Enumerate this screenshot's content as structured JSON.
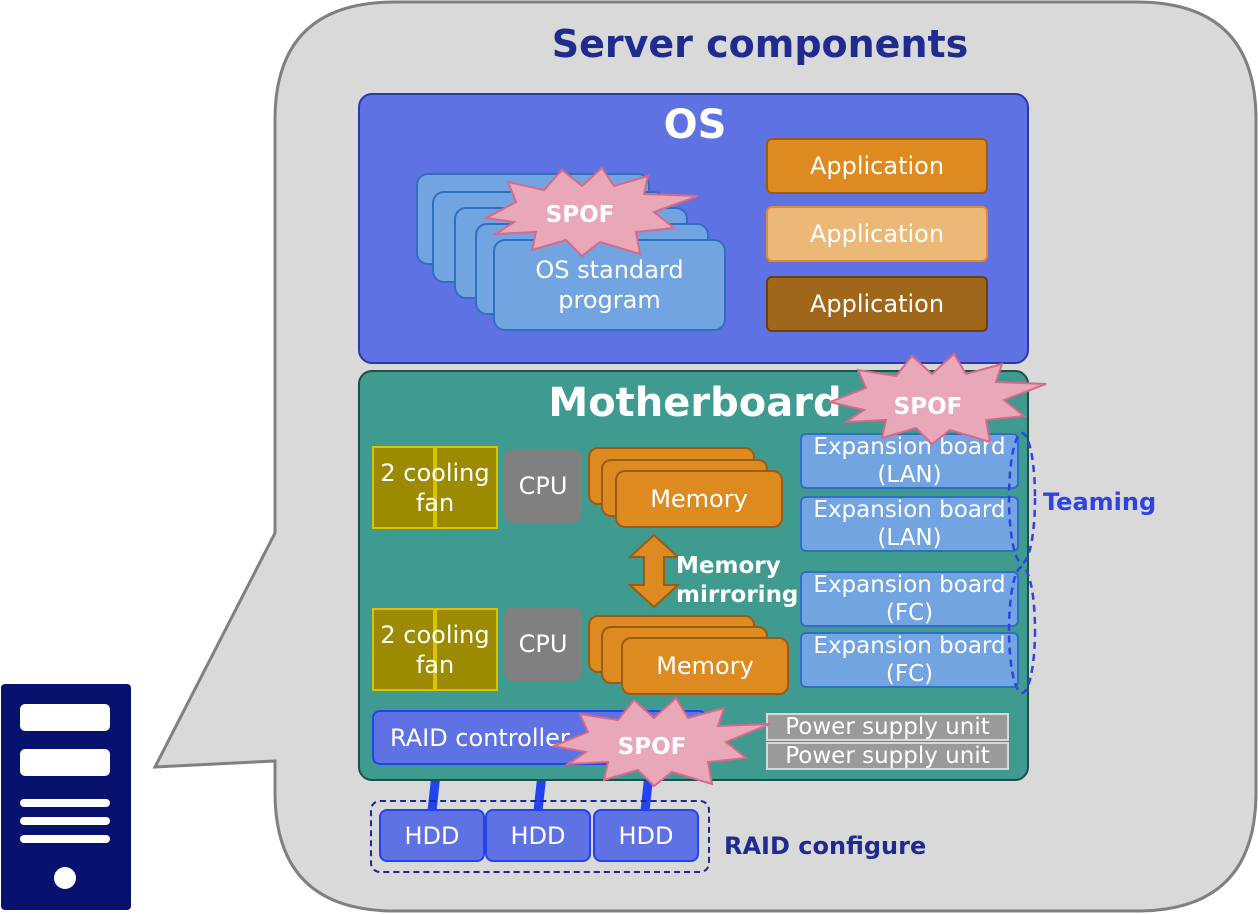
{
  "title": "Server components",
  "os": {
    "label": "OS",
    "standard_program_line1": "OS standard",
    "standard_program_line2": "program",
    "applications": [
      "Application",
      "Application",
      "Application"
    ]
  },
  "motherboard": {
    "label": "Motherboard",
    "fans": [
      {
        "line1": "2 cooling",
        "line2": "fan"
      },
      {
        "line1": "2 cooling",
        "line2": "fan"
      }
    ],
    "cpus": [
      "CPU",
      "CPU"
    ],
    "memory": [
      "Memory",
      "Memory"
    ],
    "mirroring_line1": "Memory",
    "mirroring_line2": "mirroring",
    "expansion_boards": [
      {
        "line1": "Expansion board",
        "line2": "(LAN)"
      },
      {
        "line1": "Expansion board",
        "line2": "(LAN)"
      },
      {
        "line1": "Expansion board",
        "line2": "(FC)"
      },
      {
        "line1": "Expansion board",
        "line2": "(FC)"
      }
    ],
    "teaming_label": "Teaming",
    "raid_controller": "RAID controller",
    "power_supplies": [
      "Power supply unit",
      "Power supply unit"
    ]
  },
  "storage": {
    "hdds": [
      "HDD",
      "HDD",
      "HDD"
    ],
    "raid_label": "RAID configure"
  },
  "spof_labels": [
    "SPOF",
    "SPOF",
    "SPOF"
  ],
  "colors": {
    "title": "#1f2b8f",
    "os_bg": "#5f72e3",
    "motherboard_bg": "#3f9a8f",
    "app1": "#dd8a20",
    "app2": "#ebb878",
    "app3": "#a0661a",
    "spof": "#e8a8b8",
    "server_icon": "#06126e"
  }
}
